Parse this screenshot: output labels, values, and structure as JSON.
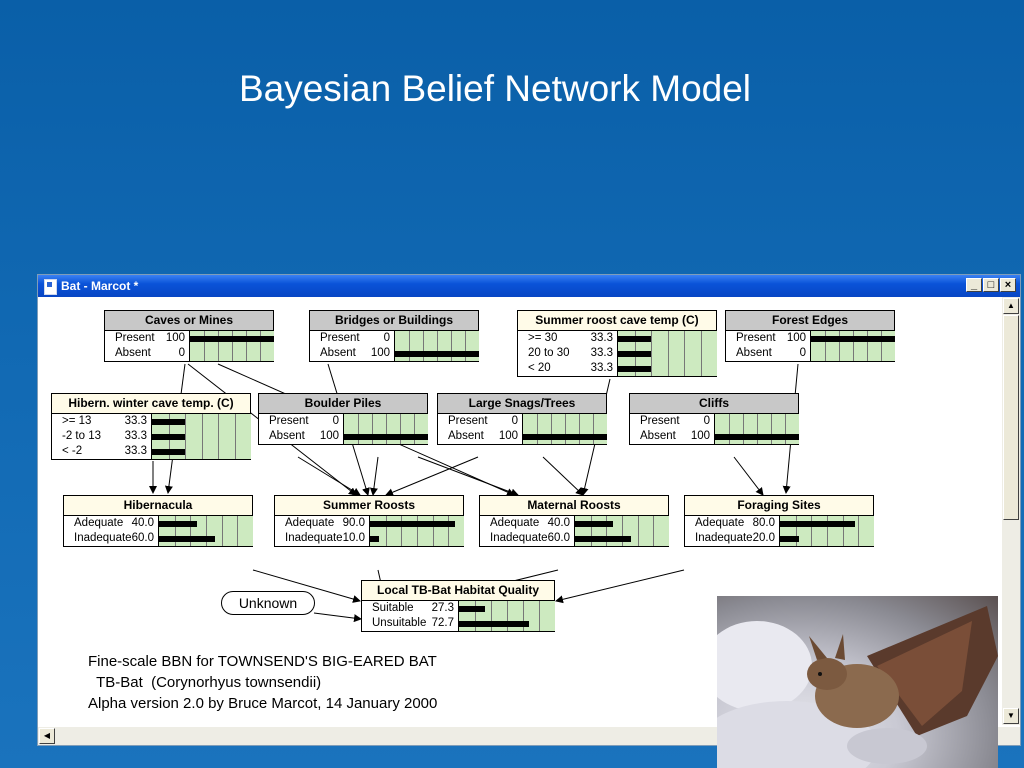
{
  "slide": {
    "title": "Bayesian Belief Network Model"
  },
  "window": {
    "title": "Bat - Marcot *",
    "minimize_label": "_",
    "maximize_label": "□",
    "close_label": "×"
  },
  "nodes": {
    "caves": {
      "title": "Caves or Mines",
      "states": [
        {
          "name": "Present",
          "value": "100",
          "pct": 100
        },
        {
          "name": "Absent",
          "value": "0",
          "pct": 0
        }
      ]
    },
    "bridges": {
      "title": "Bridges or Buildings",
      "states": [
        {
          "name": "Present",
          "value": "0",
          "pct": 0
        },
        {
          "name": "Absent",
          "value": "100",
          "pct": 100
        }
      ]
    },
    "summer_temp": {
      "title": "Summer roost cave temp (C)",
      "states": [
        {
          "name": ">= 30",
          "value": "33.3",
          "pct": 33.3
        },
        {
          "name": "20 to 30",
          "value": "33.3",
          "pct": 33.3
        },
        {
          "name": "< 20",
          "value": "33.3",
          "pct": 33.3
        }
      ]
    },
    "forest": {
      "title": "Forest Edges",
      "states": [
        {
          "name": "Present",
          "value": "100",
          "pct": 100
        },
        {
          "name": "Absent",
          "value": "0",
          "pct": 0
        }
      ]
    },
    "hibern_temp": {
      "title": "Hibern. winter cave temp. (C)",
      "states": [
        {
          "name": ">= 13",
          "value": "33.3",
          "pct": 33.3
        },
        {
          "name": "-2 to 13",
          "value": "33.3",
          "pct": 33.3
        },
        {
          "name": "< -2",
          "value": "33.3",
          "pct": 33.3
        }
      ]
    },
    "boulder": {
      "title": "Boulder Piles",
      "states": [
        {
          "name": "Present",
          "value": "0",
          "pct": 0
        },
        {
          "name": "Absent",
          "value": "100",
          "pct": 100
        }
      ]
    },
    "snags": {
      "title": "Large Snags/Trees",
      "states": [
        {
          "name": "Present",
          "value": "0",
          "pct": 0
        },
        {
          "name": "Absent",
          "value": "100",
          "pct": 100
        }
      ]
    },
    "cliffs": {
      "title": "Cliffs",
      "states": [
        {
          "name": "Present",
          "value": "0",
          "pct": 0
        },
        {
          "name": "Absent",
          "value": "100",
          "pct": 100
        }
      ]
    },
    "hibernacula": {
      "title": "Hibernacula",
      "states": [
        {
          "name": "Adequate",
          "value": "40.0",
          "pct": 40
        },
        {
          "name": "Inadequate",
          "value": "60.0",
          "pct": 60
        }
      ]
    },
    "summer_roosts": {
      "title": "Summer Roosts",
      "states": [
        {
          "name": "Adequate",
          "value": "90.0",
          "pct": 90
        },
        {
          "name": "Inadequate",
          "value": "10.0",
          "pct": 10
        }
      ]
    },
    "maternal": {
      "title": "Maternal Roosts",
      "states": [
        {
          "name": "Adequate",
          "value": "40.0",
          "pct": 40
        },
        {
          "name": "Inadequate",
          "value": "60.0",
          "pct": 60
        }
      ]
    },
    "foraging": {
      "title": "Foraging Sites",
      "states": [
        {
          "name": "Adequate",
          "value": "80.0",
          "pct": 80
        },
        {
          "name": "Inadequate",
          "value": "20.0",
          "pct": 20
        }
      ]
    },
    "habitat": {
      "title": "Local TB-Bat Habitat Quality",
      "states": [
        {
          "name": "Suitable",
          "value": "27.3",
          "pct": 27.3
        },
        {
          "name": "Unsuitable",
          "value": "72.7",
          "pct": 72.7
        }
      ]
    }
  },
  "unknown_label": "Unknown",
  "caption": {
    "line1": "Fine-scale BBN for TOWNSEND'S BIG-EARED BAT",
    "line2": "  TB-Bat  (Corynorhyus townsendii)",
    "line3": "Alpha version 2.0 by Bruce Marcot, 14 January 2000"
  }
}
